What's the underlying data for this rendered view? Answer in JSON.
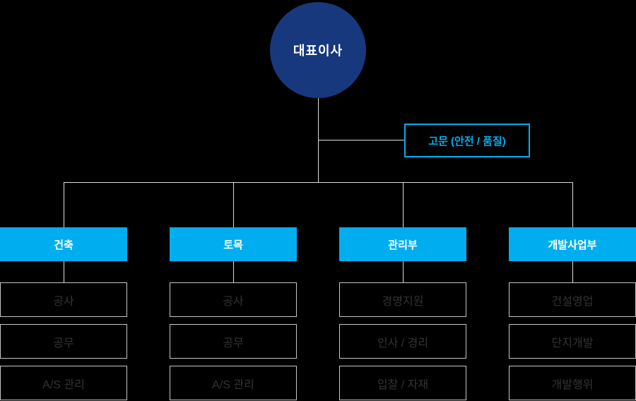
{
  "colors": {
    "background": "#000000",
    "ceo_circle": "#17387d",
    "accent_cyan": "#00aeef",
    "connector_line": "#dcdcdc",
    "sub_box_border": "#c6c6c6",
    "sub_box_text": "#333333"
  },
  "org": {
    "ceo": "대표이사",
    "advisor": "고문 (안전 / 품질)",
    "columns": [
      {
        "title": "건축",
        "items": [
          "공사",
          "공무",
          "A/S 관리"
        ]
      },
      {
        "title": "토목",
        "items": [
          "공사",
          "공무",
          "A/S 관리"
        ]
      },
      {
        "title": "관리부",
        "items": [
          "경영지원",
          "인사 / 경리",
          "입찰 / 자재"
        ]
      },
      {
        "title": "개발사업부",
        "items": [
          "건설영업",
          "단지개발",
          "개발행위"
        ]
      }
    ]
  }
}
